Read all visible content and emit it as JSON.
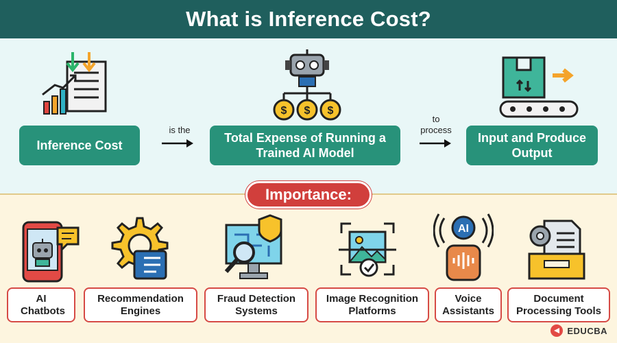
{
  "title": "What is Inference Cost?",
  "definition": {
    "term": "Inference Cost",
    "connector_1": "is the",
    "middle": "Total Expense of Running a Trained AI Model",
    "connector_2": "to process",
    "result": "Input and Produce Output"
  },
  "importance_label": "Importance:",
  "items": [
    {
      "label": "AI Chatbots",
      "icon": "chatbot-icon"
    },
    {
      "label": "Recommendation Engines",
      "icon": "gear-icon"
    },
    {
      "label": "Fraud Detection Systems",
      "icon": "monitor-search-icon"
    },
    {
      "label": "Image Recognition Platforms",
      "icon": "image-scan-icon"
    },
    {
      "label": "Voice Assistants",
      "icon": "smart-speaker-icon"
    },
    {
      "label": "Document Processing Tools",
      "icon": "document-tray-icon"
    }
  ],
  "brand": "EDUCBA",
  "colors": {
    "header": "#1f5f5d",
    "box_green": "#28927a",
    "accent_red": "#d13f3c",
    "top_bg": "#e9f7f7",
    "bottom_bg": "#fdf5df"
  }
}
